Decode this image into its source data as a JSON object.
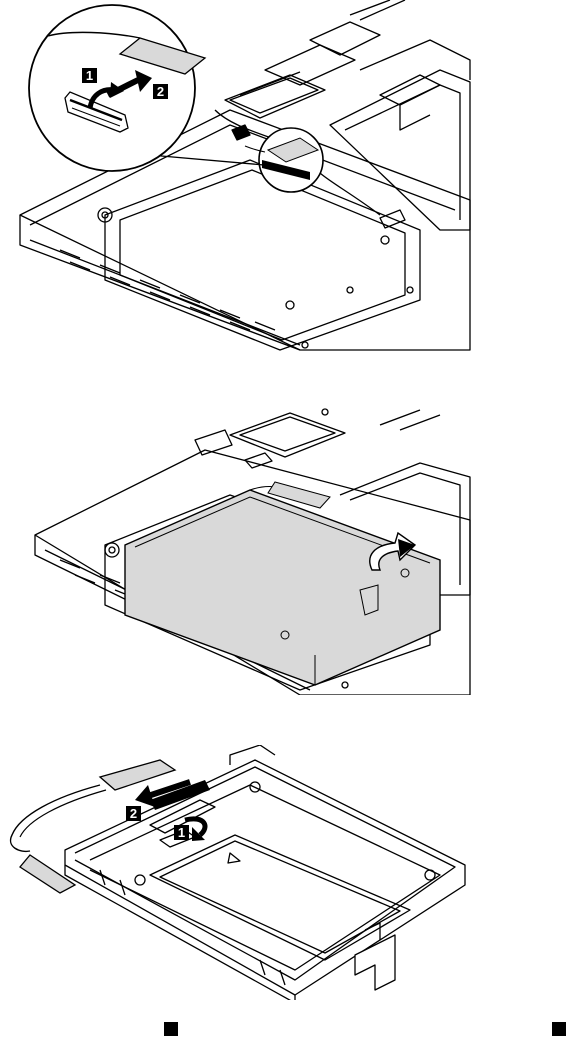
{
  "figures": [
    {
      "id": "fig1",
      "callouts": [
        "1",
        "2"
      ]
    },
    {
      "id": "fig2",
      "callouts": []
    },
    {
      "id": "fig3",
      "callouts": [
        "2",
        "1"
      ]
    }
  ],
  "colors": {
    "line": "#000000",
    "fill_gray": "#d9d9d9",
    "background": "#ffffff"
  }
}
